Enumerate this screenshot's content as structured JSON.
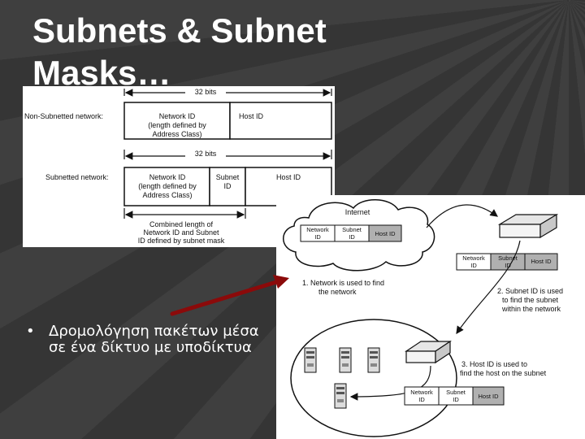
{
  "slide": {
    "title": "Subnets & Subnet Masks…",
    "bullet": "Δρομολόγηση πακέτων μέσα σε ένα δίκτυο με υποδίκτυα",
    "bullet_marker": "•"
  },
  "figure_top": {
    "width_label_1": "32 bits",
    "width_label_2": "32 bits",
    "row1_label": "Non-Subnetted network:",
    "row1_cell1_lines": [
      "Network ID",
      "(length defined by",
      "Address Class)"
    ],
    "row1_cell2": "Host ID",
    "row2_label": "Subnetted network:",
    "row2_cell1_lines": [
      "Network ID",
      "(length defined by",
      "Address Class)"
    ],
    "row2_cell2_lines": [
      "Subnet",
      "ID"
    ],
    "row2_cell3": "Host ID",
    "combined_lines": [
      "Combined length of",
      "Network ID and Subnet",
      "ID defined by subnet mask"
    ]
  },
  "figure_bottom": {
    "internet_label": "Internet",
    "cloud_fields": [
      [
        "Network",
        "ID"
      ],
      [
        "Subnet",
        "ID"
      ],
      [
        "Host ID"
      ]
    ],
    "router_fields": [
      [
        "Network",
        "ID"
      ],
      [
        "Subnet",
        "ID"
      ],
      [
        "Host ID"
      ]
    ],
    "host_fields": [
      [
        "Network",
        "ID"
      ],
      [
        "Subnet",
        "ID"
      ],
      [
        "Host ID"
      ]
    ],
    "step1_lines": [
      "1. Network is used to find",
      "the network"
    ],
    "step2_lines": [
      "2. Subnet ID is used",
      "to find the subnet",
      "within the network"
    ],
    "step3_lines": [
      "3. Host ID is used to",
      "find the host on the subnet"
    ]
  },
  "colors": {
    "title_text": "#ffffff",
    "shaded_field": "#b0b0b0",
    "pointer_arrow": "#8b0a0a"
  }
}
